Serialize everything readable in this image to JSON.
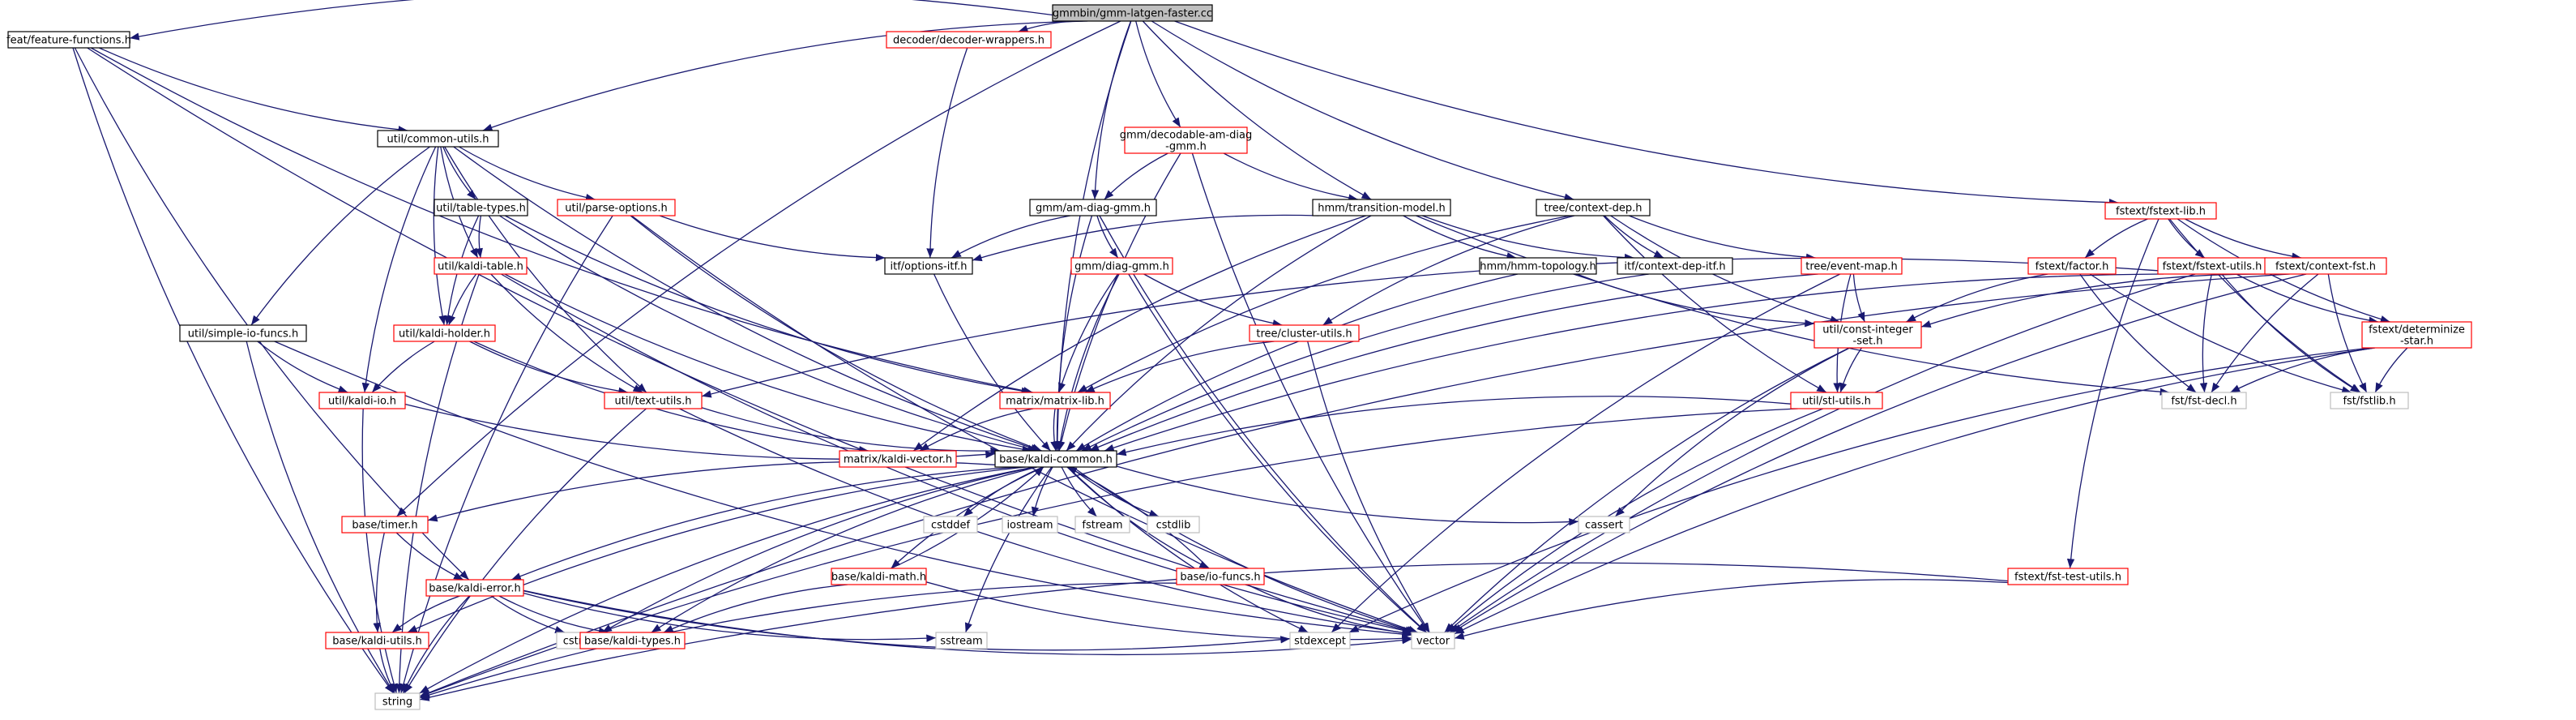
{
  "colors": {
    "edge": "#191970",
    "root_fill": "#bfbfbf",
    "documented_border": "#000000",
    "truncated_border": "#ff0000",
    "external_border": "#bfbfbf"
  },
  "nodes": [
    {
      "id": "root",
      "label": "gmmbin/gmm-latgen-faster.cc",
      "kind": "root"
    },
    {
      "id": "feat",
      "label": "feat/feature-functions.h",
      "kind": "documented"
    },
    {
      "id": "decwrap",
      "label": "decoder/decoder-wrappers.h",
      "kind": "truncated"
    },
    {
      "id": "commonutils",
      "label": "util/common-utils.h",
      "kind": "documented"
    },
    {
      "id": "decodable",
      "label": [
        "gmm/decodable-am-diag",
        "-gmm.h"
      ],
      "kind": "truncated"
    },
    {
      "id": "fstextlib",
      "label": "fstext/fstext-lib.h",
      "kind": "truncated"
    },
    {
      "id": "tabletypes",
      "label": "util/table-types.h",
      "kind": "documented"
    },
    {
      "id": "parseoptions",
      "label": "util/parse-options.h",
      "kind": "truncated"
    },
    {
      "id": "amdiag",
      "label": "gmm/am-diag-gmm.h",
      "kind": "documented"
    },
    {
      "id": "transmodel",
      "label": "hmm/transition-model.h",
      "kind": "documented"
    },
    {
      "id": "ctxdep",
      "label": "tree/context-dep.h",
      "kind": "documented"
    },
    {
      "id": "kalditable",
      "label": "util/kaldi-table.h",
      "kind": "truncated"
    },
    {
      "id": "optionsitf",
      "label": "itf/options-itf.h",
      "kind": "documented"
    },
    {
      "id": "diaggmm",
      "label": "gmm/diag-gmm.h",
      "kind": "truncated"
    },
    {
      "id": "hmmtopo",
      "label": "hmm/hmm-topology.h",
      "kind": "documented"
    },
    {
      "id": "ctxdepitf",
      "label": "itf/context-dep-itf.h",
      "kind": "documented"
    },
    {
      "id": "eventmap",
      "label": "tree/event-map.h",
      "kind": "truncated"
    },
    {
      "id": "factor",
      "label": "fstext/factor.h",
      "kind": "truncated"
    },
    {
      "id": "fstextutils",
      "label": "fstext/fstext-utils.h",
      "kind": "truncated"
    },
    {
      "id": "ctxfst",
      "label": "fstext/context-fst.h",
      "kind": "truncated"
    },
    {
      "id": "simpleio",
      "label": "util/simple-io-funcs.h",
      "kind": "documented"
    },
    {
      "id": "kaldiholder",
      "label": "util/kaldi-holder.h",
      "kind": "truncated"
    },
    {
      "id": "clusterutils",
      "label": "tree/cluster-utils.h",
      "kind": "truncated"
    },
    {
      "id": "constintset",
      "label": [
        "util/const-integer",
        "-set.h"
      ],
      "kind": "truncated"
    },
    {
      "id": "determinize",
      "label": [
        "fstext/determinize",
        "-star.h"
      ],
      "kind": "truncated"
    },
    {
      "id": "kaldiio",
      "label": "util/kaldi-io.h",
      "kind": "truncated"
    },
    {
      "id": "textutils",
      "label": "util/text-utils.h",
      "kind": "truncated"
    },
    {
      "id": "matrixlib",
      "label": "matrix/matrix-lib.h",
      "kind": "truncated"
    },
    {
      "id": "stlutils",
      "label": "util/stl-utils.h",
      "kind": "truncated"
    },
    {
      "id": "fstdecl",
      "label": "fst/fst-decl.h",
      "kind": "external"
    },
    {
      "id": "fstlib",
      "label": "fst/fstlib.h",
      "kind": "external"
    },
    {
      "id": "kaldivector",
      "label": "matrix/kaldi-vector.h",
      "kind": "truncated"
    },
    {
      "id": "kaldicommon",
      "label": "base/kaldi-common.h",
      "kind": "documented"
    },
    {
      "id": "timer",
      "label": "base/timer.h",
      "kind": "truncated"
    },
    {
      "id": "cstddef",
      "label": "cstddef",
      "kind": "external"
    },
    {
      "id": "iostream",
      "label": "iostream",
      "kind": "external"
    },
    {
      "id": "fstream",
      "label": "fstream",
      "kind": "external"
    },
    {
      "id": "cstdlib",
      "label": "cstdlib",
      "kind": "external"
    },
    {
      "id": "cassert",
      "label": "cassert",
      "kind": "external"
    },
    {
      "id": "kaldimath",
      "label": "base/kaldi-math.h",
      "kind": "truncated"
    },
    {
      "id": "iofuncs",
      "label": "base/io-funcs.h",
      "kind": "truncated"
    },
    {
      "id": "fsttestutils",
      "label": "fstext/fst-test-utils.h",
      "kind": "truncated"
    },
    {
      "id": "kaldierror",
      "label": "base/kaldi-error.h",
      "kind": "truncated"
    },
    {
      "id": "kaldiutils",
      "label": "base/kaldi-utils.h",
      "kind": "truncated"
    },
    {
      "id": "cstring",
      "label": "cstring",
      "kind": "external"
    },
    {
      "id": "kalditypes",
      "label": "base/kaldi-types.h",
      "kind": "truncated"
    },
    {
      "id": "sstream",
      "label": "sstream",
      "kind": "external"
    },
    {
      "id": "stdexcept",
      "label": "stdexcept",
      "kind": "external"
    },
    {
      "id": "vector",
      "label": "vector",
      "kind": "external"
    },
    {
      "id": "string",
      "label": "string",
      "kind": "external"
    }
  ],
  "edges": [
    [
      "root",
      "feat"
    ],
    [
      "root",
      "decwrap"
    ],
    [
      "root",
      "commonutils"
    ],
    [
      "root",
      "decodable"
    ],
    [
      "root",
      "amdiag"
    ],
    [
      "root",
      "transmodel"
    ],
    [
      "root",
      "ctxdep"
    ],
    [
      "root",
      "fstextlib"
    ],
    [
      "root",
      "kaldicommon"
    ],
    [
      "root",
      "timer"
    ],
    [
      "feat",
      "commonutils"
    ],
    [
      "feat",
      "matrixlib"
    ],
    [
      "feat",
      "kaldierror"
    ],
    [
      "feat",
      "string"
    ],
    [
      "feat",
      "vector"
    ],
    [
      "decwrap",
      "optionsitf"
    ],
    [
      "commonutils",
      "tabletypes"
    ],
    [
      "commonutils",
      "parseoptions"
    ],
    [
      "commonutils",
      "kalditable"
    ],
    [
      "commonutils",
      "kaldiholder"
    ],
    [
      "commonutils",
      "simpleio"
    ],
    [
      "commonutils",
      "kaldiio"
    ],
    [
      "commonutils",
      "textutils"
    ],
    [
      "commonutils",
      "kaldicommon"
    ],
    [
      "decodable",
      "amdiag"
    ],
    [
      "decodable",
      "transmodel"
    ],
    [
      "decodable",
      "kaldicommon"
    ],
    [
      "decodable",
      "vector"
    ],
    [
      "tabletypes",
      "kalditable"
    ],
    [
      "tabletypes",
      "kaldiholder"
    ],
    [
      "tabletypes",
      "matrixlib"
    ],
    [
      "tabletypes",
      "kaldicommon"
    ],
    [
      "parseoptions",
      "optionsitf"
    ],
    [
      "parseoptions",
      "kaldicommon"
    ],
    [
      "parseoptions",
      "string"
    ],
    [
      "parseoptions",
      "vector"
    ],
    [
      "amdiag",
      "diaggmm"
    ],
    [
      "amdiag",
      "optionsitf"
    ],
    [
      "amdiag",
      "kaldicommon"
    ],
    [
      "amdiag",
      "vector"
    ],
    [
      "transmodel",
      "optionsitf"
    ],
    [
      "transmodel",
      "hmmtopo"
    ],
    [
      "transmodel",
      "ctxdepitf"
    ],
    [
      "transmodel",
      "kaldivector"
    ],
    [
      "transmodel",
      "kaldicommon"
    ],
    [
      "transmodel",
      "fstdecl"
    ],
    [
      "ctxdep",
      "ctxdepitf"
    ],
    [
      "ctxdep",
      "eventmap"
    ],
    [
      "ctxdep",
      "matrixlib"
    ],
    [
      "ctxdep",
      "clusterutils"
    ],
    [
      "ctxdep",
      "constintset"
    ],
    [
      "ctxdep",
      "stlutils"
    ],
    [
      "fstextlib",
      "factor"
    ],
    [
      "fstextlib",
      "fstextutils"
    ],
    [
      "fstextlib",
      "ctxfst"
    ],
    [
      "fstextlib",
      "determinize"
    ],
    [
      "fstextlib",
      "fsttestutils"
    ],
    [
      "fstextlib",
      "fstlib"
    ],
    [
      "kalditable",
      "kaldiholder"
    ],
    [
      "kalditable",
      "textutils"
    ],
    [
      "kalditable",
      "kaldicommon"
    ],
    [
      "kalditable",
      "string"
    ],
    [
      "kalditable",
      "vector"
    ],
    [
      "optionsitf",
      "kaldicommon"
    ],
    [
      "diaggmm",
      "clusterutils"
    ],
    [
      "diaggmm",
      "matrixlib"
    ],
    [
      "diaggmm",
      "kaldicommon"
    ],
    [
      "diaggmm",
      "vector"
    ],
    [
      "hmmtopo",
      "constintset"
    ],
    [
      "hmmtopo",
      "kaldicommon"
    ],
    [
      "ctxdepitf",
      "kaldicommon"
    ],
    [
      "eventmap",
      "constintset"
    ],
    [
      "eventmap",
      "stlutils"
    ],
    [
      "eventmap",
      "kaldicommon"
    ],
    [
      "eventmap",
      "stdexcept"
    ],
    [
      "factor",
      "constintset"
    ],
    [
      "factor",
      "fstdecl"
    ],
    [
      "factor",
      "fstlib"
    ],
    [
      "fstextutils",
      "textutils"
    ],
    [
      "fstextutils",
      "determinize"
    ],
    [
      "fstextutils",
      "fstdecl"
    ],
    [
      "fstextutils",
      "fstlib"
    ],
    [
      "fstextutils",
      "kaldicommon"
    ],
    [
      "fstextutils",
      "vector"
    ],
    [
      "ctxfst",
      "constintset"
    ],
    [
      "ctxfst",
      "fstdecl"
    ],
    [
      "ctxfst",
      "fstlib"
    ],
    [
      "ctxfst",
      "string"
    ],
    [
      "ctxfst",
      "vector"
    ],
    [
      "simpleio",
      "kaldiio"
    ],
    [
      "simpleio",
      "string"
    ],
    [
      "simpleio",
      "vector"
    ],
    [
      "kaldiholder",
      "kaldiio"
    ],
    [
      "kaldiholder",
      "textutils"
    ],
    [
      "kaldiholder",
      "kaldivector"
    ],
    [
      "clusterutils",
      "matrixlib"
    ],
    [
      "clusterutils",
      "vector"
    ],
    [
      "constintset",
      "stlutils"
    ],
    [
      "constintset",
      "cassert"
    ],
    [
      "constintset",
      "vector"
    ],
    [
      "determinize",
      "fstdecl"
    ],
    [
      "determinize",
      "fstlib"
    ],
    [
      "determinize",
      "vector"
    ],
    [
      "determinize",
      "stdexcept"
    ],
    [
      "kaldiio",
      "kaldicommon"
    ],
    [
      "kaldiio",
      "string"
    ],
    [
      "textutils",
      "kaldicommon"
    ],
    [
      "textutils",
      "string"
    ],
    [
      "textutils",
      "vector"
    ],
    [
      "matrixlib",
      "kaldivector"
    ],
    [
      "matrixlib",
      "kaldicommon"
    ],
    [
      "stlutils",
      "kaldicommon"
    ],
    [
      "stlutils",
      "vector"
    ],
    [
      "stlutils",
      "string"
    ],
    [
      "kaldicommon",
      "timer"
    ],
    [
      "kaldicommon",
      "cstddef"
    ],
    [
      "kaldicommon",
      "iostream"
    ],
    [
      "kaldicommon",
      "fstream"
    ],
    [
      "kaldicommon",
      "cstdlib"
    ],
    [
      "kaldicommon",
      "cassert"
    ],
    [
      "kaldicommon",
      "kaldimath"
    ],
    [
      "kaldicommon",
      "iofuncs"
    ],
    [
      "kaldicommon",
      "kaldierror"
    ],
    [
      "kaldicommon",
      "kaldiutils"
    ],
    [
      "kaldicommon",
      "cstring"
    ],
    [
      "kaldicommon",
      "kalditypes"
    ],
    [
      "kaldicommon",
      "sstream"
    ],
    [
      "kaldicommon",
      "stdexcept"
    ],
    [
      "kaldicommon",
      "vector"
    ],
    [
      "kaldicommon",
      "string"
    ],
    [
      "timer",
      "kaldiutils"
    ],
    [
      "timer",
      "kaldierror"
    ],
    [
      "kaldimath",
      "kalditypes"
    ],
    [
      "kaldimath",
      "kaldicommon"
    ],
    [
      "kaldimath",
      "vector"
    ],
    [
      "iofuncs",
      "kaldicommon"
    ],
    [
      "iofuncs",
      "vector"
    ],
    [
      "iofuncs",
      "string"
    ],
    [
      "fsttestutils",
      "vector"
    ],
    [
      "fsttestutils",
      "string"
    ],
    [
      "kaldierror",
      "kaldiutils"
    ],
    [
      "kaldierror",
      "cstring"
    ],
    [
      "kaldierror",
      "kalditypes"
    ],
    [
      "kaldierror",
      "sstream"
    ],
    [
      "kaldierror",
      "stdexcept"
    ],
    [
      "kaldierror",
      "vector"
    ],
    [
      "kaldierror",
      "string"
    ],
    [
      "kaldiutils",
      "string"
    ]
  ]
}
